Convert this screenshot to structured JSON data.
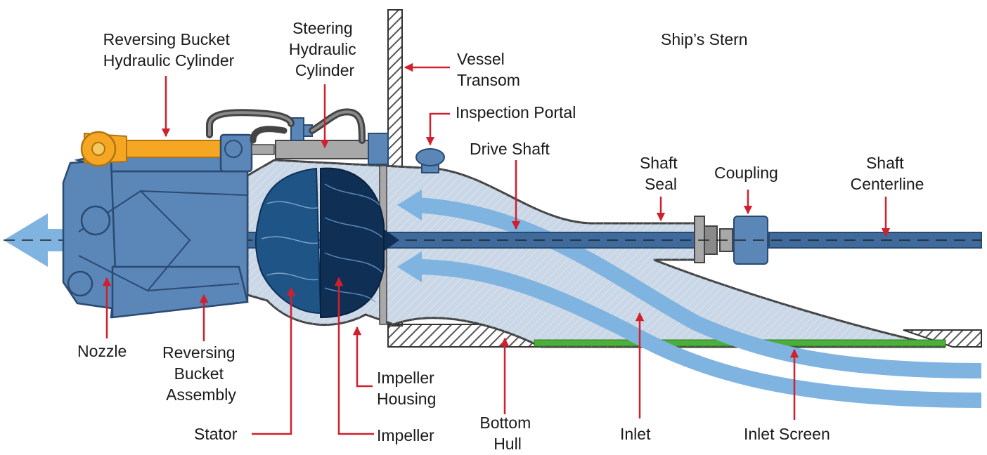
{
  "labels": {
    "reversing_bucket_cylinder": [
      "Reversing Bucket",
      "Hydraulic Cylinder"
    ],
    "steering_cylinder": [
      "Steering",
      "Hydraulic",
      "Cylinder"
    ],
    "vessel_transom": [
      "Vessel",
      "Transom"
    ],
    "ships_stern": "Ship’s Stern",
    "inspection_portal": "Inspection Portal",
    "drive_shaft": "Drive Shaft",
    "shaft_seal": [
      "Shaft",
      "Seal"
    ],
    "coupling": "Coupling",
    "shaft_centerline": [
      "Shaft",
      "Centerline"
    ],
    "nozzle": "Nozzle",
    "reversing_bucket_assembly": [
      "Reversing",
      "Bucket",
      "Assembly"
    ],
    "impeller_housing": [
      "Impeller",
      "Housing"
    ],
    "stator": "Stator",
    "impeller": "Impeller",
    "bottom_hull": [
      "Bottom",
      "Hull"
    ],
    "inlet": "Inlet",
    "inlet_screen": "Inlet Screen"
  },
  "colors": {
    "hull": "#555555",
    "water_fill": "#c9d7e6",
    "flow_arrow": "#7fb3e0",
    "body_blue": "#5b86b8",
    "body_dark": "#2a4a72",
    "impeller_navy": "#0f2f55",
    "stator_blue": "#1f5586",
    "cylinder_orange": "#f5a623",
    "leader_red": "#d0202e",
    "screen_green": "#4caf3a",
    "steel_grey": "#a8a8a8"
  }
}
